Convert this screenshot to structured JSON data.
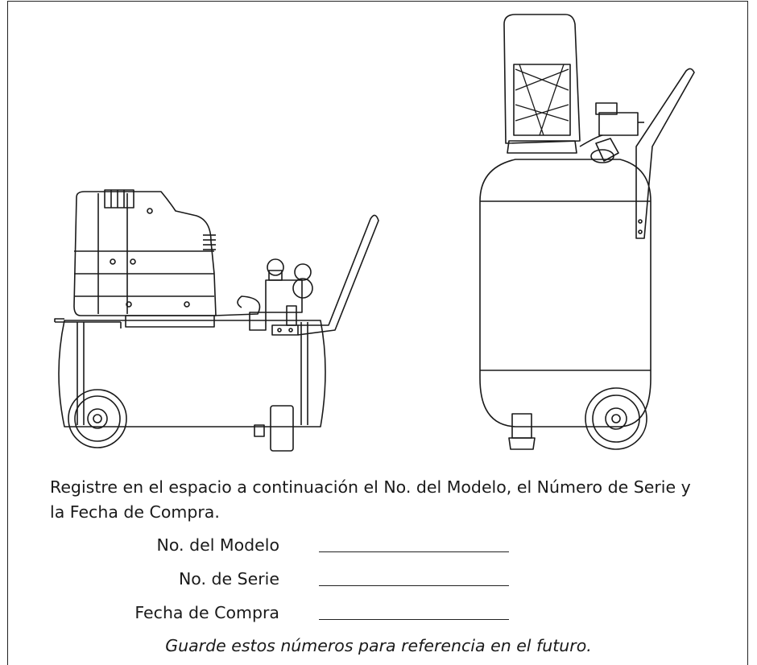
{
  "intro_text": "Registre en el espacio a continuación el No. del Modelo, el Número de Serie y la Fecha de Compra.",
  "fields": [
    {
      "label": "No. del Modelo"
    },
    {
      "label": "No. de Serie"
    },
    {
      "label": "Fecha de Compra"
    }
  ],
  "note": "Guarde estos números para referencia en el futuro."
}
